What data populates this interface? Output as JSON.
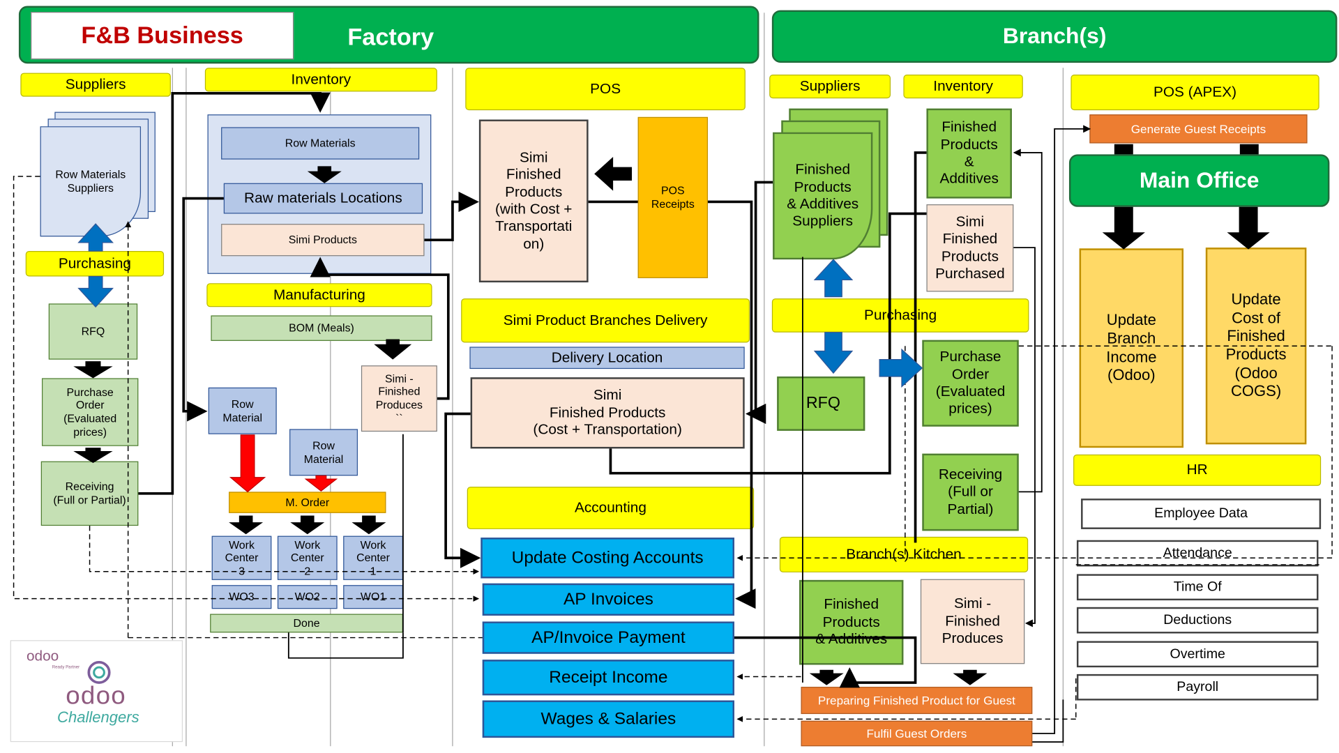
{
  "header": {
    "business_title": "F&B Business",
    "factory": "Factory",
    "branches": "Branch(s)"
  },
  "factory": {
    "suppliers_label": "Suppliers",
    "row_materials_suppliers": "Row Materials\nSuppliers",
    "purchasing": "Purchasing",
    "rfq": "RFQ",
    "purchase_order": "Purchase\nOrder\n(Evaluated\nprices)",
    "receiving": "Receiving\n(Full or Partial)",
    "inventory_label": "Inventory",
    "row_materials": "Row Materials",
    "raw_materials_locations": "Raw materials Locations",
    "simi_products": "Simi Products",
    "manufacturing": "Manufacturing",
    "bom": "BOM (Meals)",
    "row_material_1": "Row\nMaterial",
    "row_material_2": "Row\nMaterial",
    "simi_finished_produces": "Simi -\nFinished\nProduces\n``",
    "m_order": "M. Order",
    "work_centers": [
      "Work\nCenter\n3",
      "Work\nCenter\n2",
      "Work\nCenter\n1"
    ],
    "work_orders": [
      "WO3",
      "WO2",
      "WO1"
    ],
    "done": "Done"
  },
  "pos": {
    "label": "POS",
    "simi_finished_products": "Simi\nFinished\nProducts\n(with Cost +\nTransportati\non)",
    "pos_receipts": "POS\nReceipts"
  },
  "delivery": {
    "label": "Simi Product Branches Delivery",
    "location": "Delivery Location",
    "simi_finished": "Simi\nFinished Products\n(Cost + Transportation)"
  },
  "accounting": {
    "label": "Accounting",
    "items": [
      "Update Costing Accounts",
      "AP Invoices",
      "AP/Invoice Payment",
      "Receipt Income",
      "Wages & Salaries"
    ]
  },
  "branch": {
    "suppliers_label": "Suppliers",
    "inventory_label": "Inventory",
    "fp_suppliers": "Finished\nProducts\n& Additives\nSuppliers",
    "fp_additives": "Finished\nProducts\n&\nAdditives",
    "simi_purchased": "Simi\nFinished\nProducts\nPurchased",
    "purchasing": "Purchasing",
    "rfq": "RFQ",
    "purchase_order": "Purchase\nOrder\n(Evaluated\nprices)",
    "receiving": "Receiving\n(Full or\nPartial)",
    "kitchen": "Branch(s) Kitchen",
    "kitchen_fp": "Finished\nProducts\n& Additives",
    "kitchen_simi": "Simi -\nFinished\nProduces",
    "preparing": "Preparing Finished Product for Guest",
    "fulfil": "Fulfil Guest Orders"
  },
  "apex": {
    "pos_label": "POS (APEX)",
    "guest_receipts": "Generate Guest Receipts",
    "main_office": "Main Office",
    "update_income": "Update\nBranch\nIncome\n(Odoo)",
    "update_cost": "Update\nCost of\nFinished\nProducts\n(Odoo\nCOGS)",
    "hr": "HR",
    "hr_items": [
      "Employee Data",
      "Attendance",
      "Time Of",
      "Deductions",
      "Overtime",
      "Payroll"
    ]
  },
  "logo": {
    "odoo_small": "odoo",
    "partner": "Ready Partner",
    "odoo_big": "odoo",
    "challengers": "Challengers"
  },
  "colors": {
    "header_green": "#00b050",
    "title_red": "#c00000",
    "label_yellow": "#ffff00",
    "accounting_blue": "#00b0f0",
    "branch_green": "#92d050",
    "orange": "#ed7d31"
  }
}
